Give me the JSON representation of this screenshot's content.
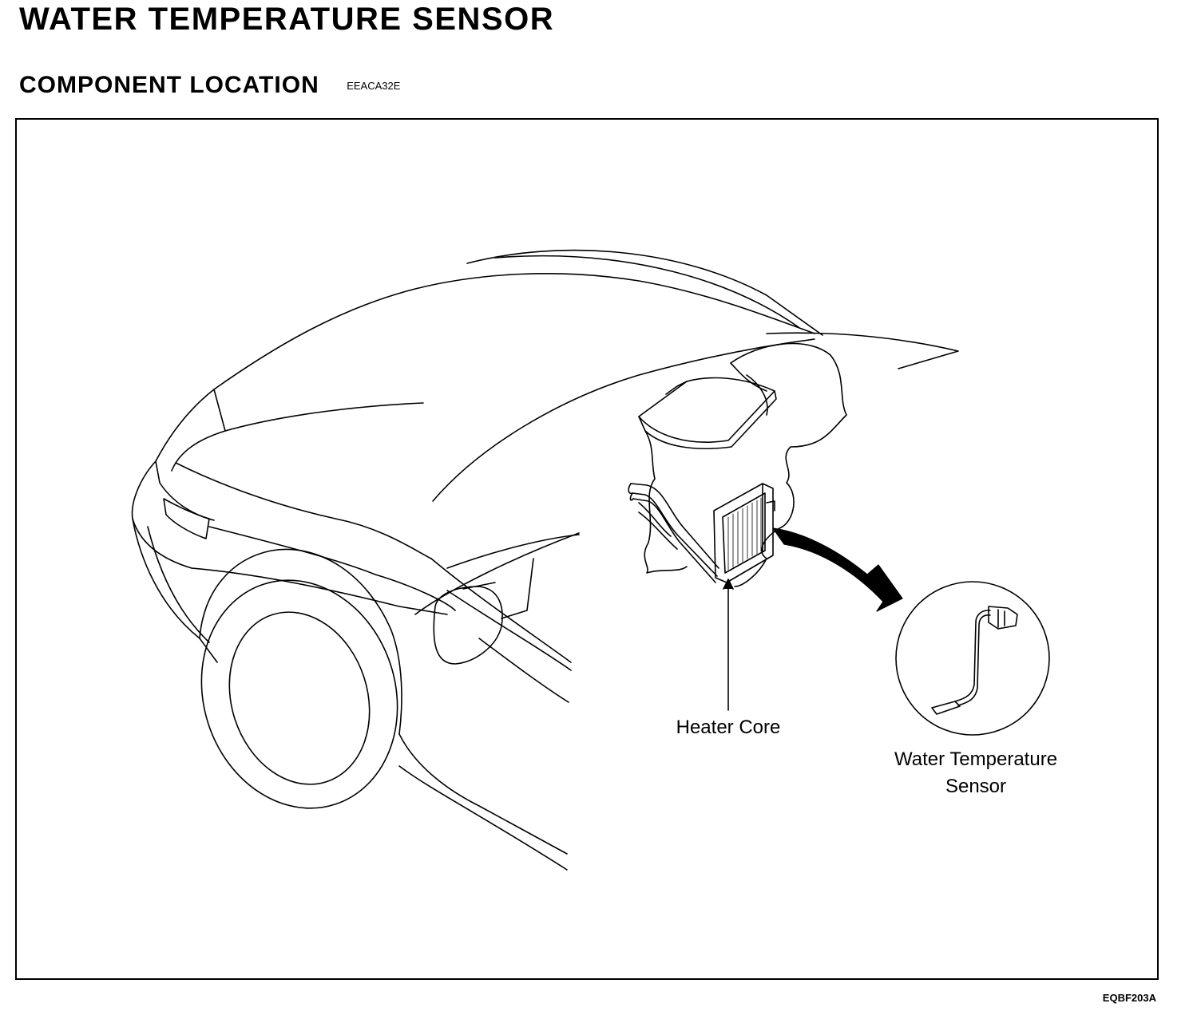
{
  "header": {
    "title": "WATER TEMPERATURE SENSOR",
    "section_title": "COMPONENT LOCATION",
    "section_code": "EEACA32E"
  },
  "figure": {
    "callouts": {
      "heater_core": "Heater Core",
      "sensor_line1": "Water Temperature",
      "sensor_line2": "Sensor"
    },
    "figure_code": "EQBF203A"
  }
}
